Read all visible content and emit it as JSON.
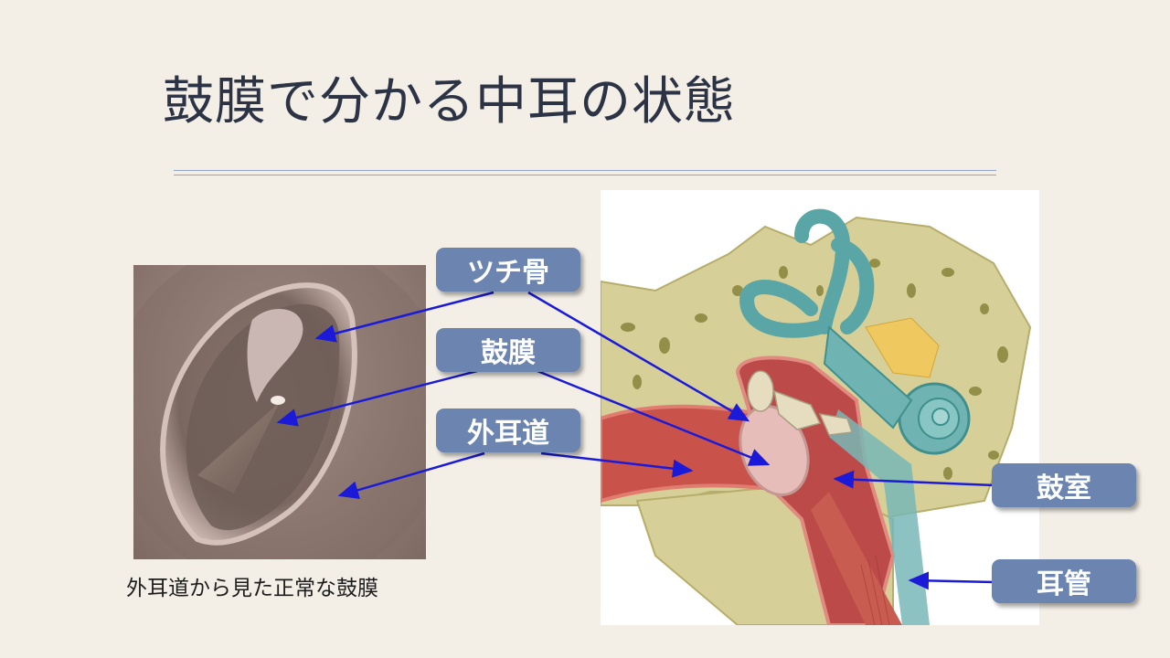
{
  "slide": {
    "title": "鼓膜で分かる中耳の状態",
    "caption": "外耳道から見た正常な鼓膜"
  },
  "labels": {
    "malleus": "ツチ骨",
    "eardrum": "鼓膜",
    "ear_canal": "外耳道",
    "tympanic_cavity": "鼓室",
    "eustachian_tube": "耳管"
  },
  "colors": {
    "label_bg": "#6b84b0",
    "arrow": "#1a1ad8",
    "title": "#2b3345",
    "background": "#f3efe7"
  }
}
